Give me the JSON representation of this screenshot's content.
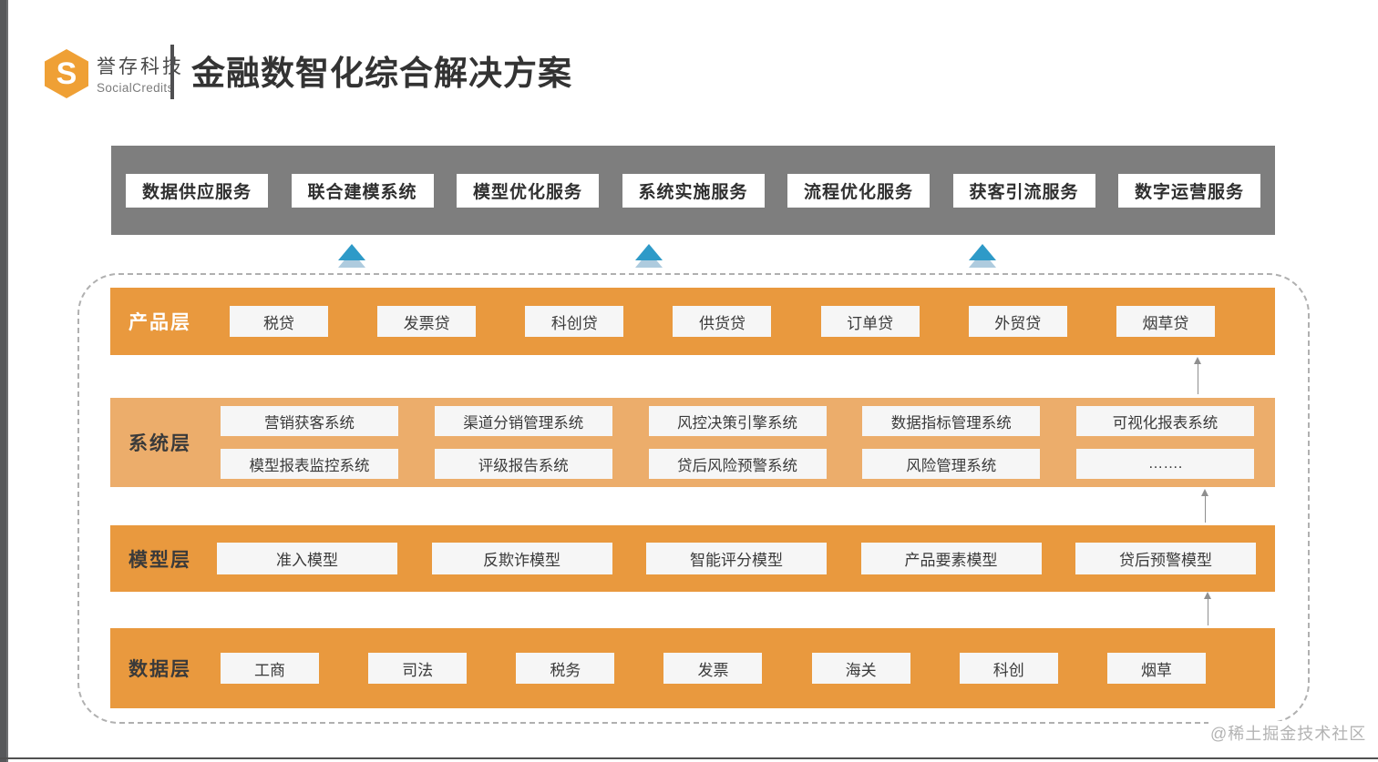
{
  "header": {
    "company_cn": "誉存科技",
    "company_en": "SocialCredits",
    "logo_letter": "S",
    "title": "金融数智化综合解决方案"
  },
  "services_bar": {
    "items": [
      "数据供应服务",
      "联合建模系统",
      "模型优化服务",
      "系统实施服务",
      "流程优化服务",
      "获客引流服务",
      "数字运营服务"
    ]
  },
  "layers": [
    {
      "name": "产品层",
      "items": [
        "税贷",
        "发票贷",
        "科创贷",
        "供货贷",
        "订单贷",
        "外贸贷",
        "烟草贷"
      ]
    },
    {
      "name": "系统层",
      "rows": [
        [
          "营销获客系统",
          "渠道分销管理系统",
          "风控决策引擎系统",
          "数据指标管理系统",
          "可视化报表系统"
        ],
        [
          "模型报表监控系统",
          "评级报告系统",
          "贷后风险预警系统",
          "风险管理系统",
          "……."
        ]
      ]
    },
    {
      "name": "模型层",
      "items": [
        "准入模型",
        "反欺诈模型",
        "智能评分模型",
        "产品要素模型",
        "贷后预警模型"
      ]
    },
    {
      "name": "数据层",
      "items": [
        "工商",
        "司法",
        "税务",
        "发票",
        "海关",
        "科创",
        "烟草"
      ]
    }
  ],
  "watermark": "@稀土掘金技术社区",
  "colors": {
    "orange": "#E9993E",
    "orange_light": "#ECAD6B",
    "services_bar_gray": "#7E7E7E",
    "arrow_blue": "#2E9AC8",
    "arrow_blue_light": "#AECBDE"
  }
}
